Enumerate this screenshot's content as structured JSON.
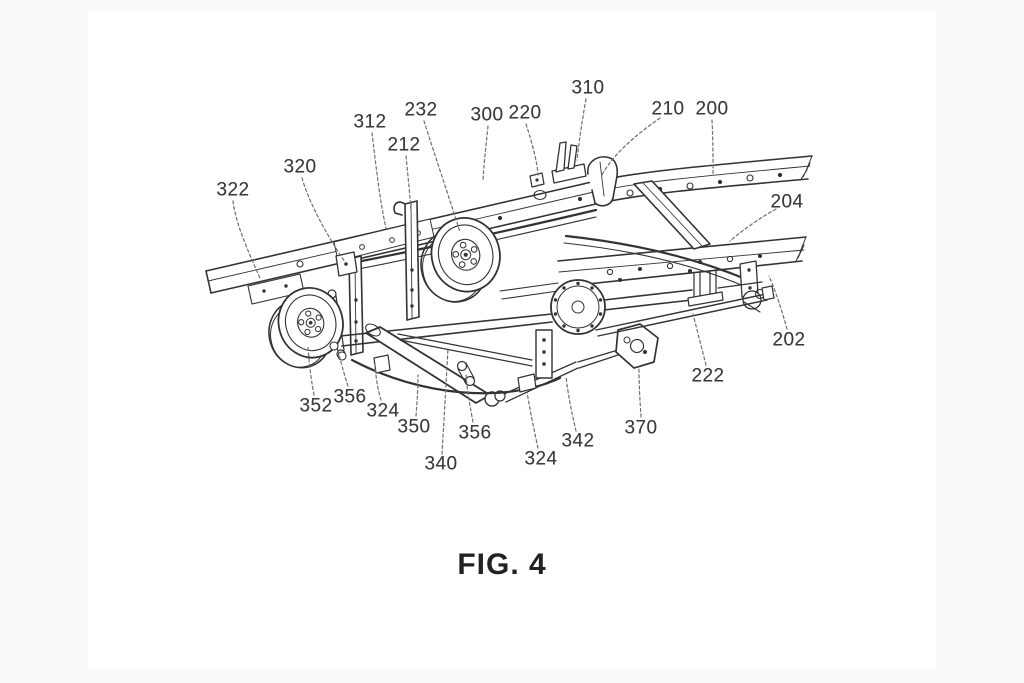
{
  "figure": {
    "caption": "FIG. 4",
    "reference_labels": [
      {
        "ref": "322"
      },
      {
        "ref": "320"
      },
      {
        "ref": "312"
      },
      {
        "ref": "212"
      },
      {
        "ref": "232"
      },
      {
        "ref": "300"
      },
      {
        "ref": "220"
      },
      {
        "ref": "310"
      },
      {
        "ref": "210"
      },
      {
        "ref": "200"
      },
      {
        "ref": "204"
      },
      {
        "ref": "202"
      },
      {
        "ref": "222"
      },
      {
        "ref": "370"
      },
      {
        "ref": "342"
      },
      {
        "ref": "324"
      },
      {
        "ref": "356"
      },
      {
        "ref": "340"
      },
      {
        "ref": "350"
      },
      {
        "ref": "324"
      },
      {
        "ref": "356"
      },
      {
        "ref": "352"
      }
    ]
  },
  "colors": {
    "page_margin": "#fafafa",
    "canvas_background": "#ffffff",
    "line_art": "#333333",
    "leader_line": "#6f6f6f",
    "label_text": "#3a3a3a"
  }
}
